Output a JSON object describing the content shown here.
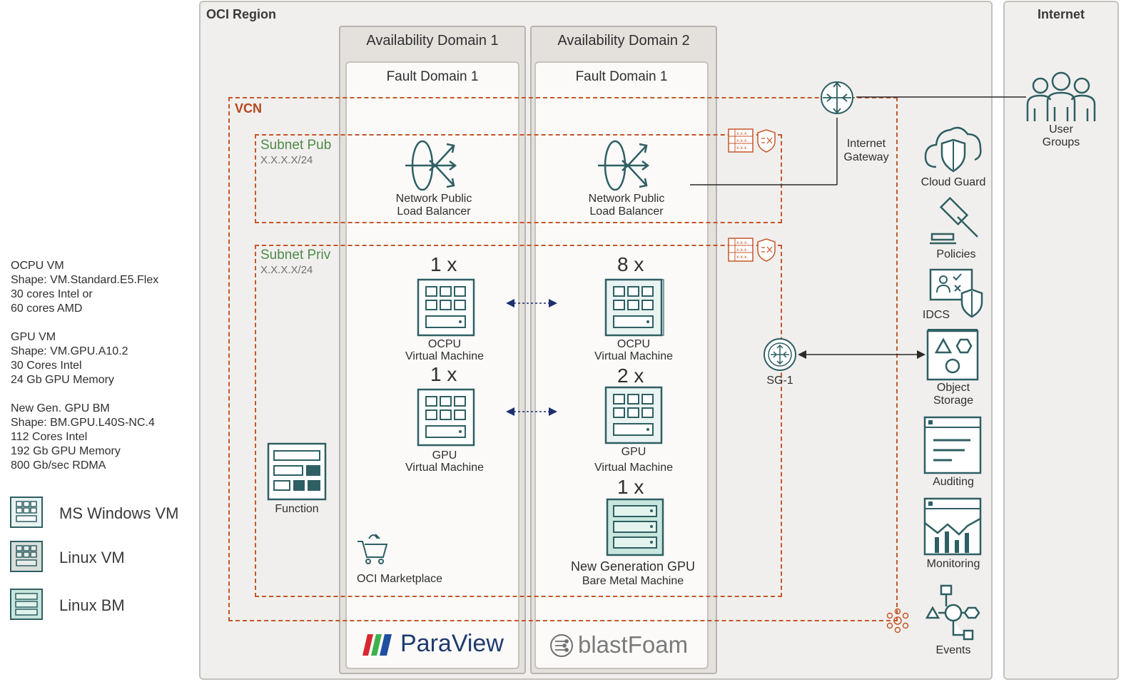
{
  "region": {
    "title": "OCI Region"
  },
  "internet": {
    "title": "Internet",
    "user_groups": "User\nGroups"
  },
  "availability_domains": [
    {
      "title": "Availability Domain 1",
      "fault_domain": "Fault Domain 1"
    },
    {
      "title": "Availability Domain 2",
      "fault_domain": "Fault Domain 1"
    }
  ],
  "vcn": {
    "label": "VCN"
  },
  "subnets": {
    "pub": {
      "label": "Subnet Pub",
      "cidr": "X.X.X.X/24"
    },
    "priv": {
      "label": "Subnet Priv",
      "cidr": "X.X.X.X/24"
    }
  },
  "load_balancers": [
    {
      "label_1": "Network Public",
      "label_2": "Load Balancer"
    },
    {
      "label_1": "Network Public",
      "label_2": "Load Balancer"
    }
  ],
  "gateway": {
    "label_1": "Internet",
    "label_2": "Gateway"
  },
  "sg": {
    "label": "SG-1"
  },
  "compute": {
    "ad1_ocpu": {
      "count": "1 x",
      "label_1": "OCPU",
      "label_2": "Virtual Machine"
    },
    "ad1_gpu": {
      "count": "1 x",
      "label_1": "GPU",
      "label_2": "Virtual Machine"
    },
    "ad2_ocpu": {
      "count": "8 x",
      "label_1": "OCPU",
      "label_2": "Virtual Machine"
    },
    "ad2_gpu": {
      "count": "2 x",
      "label_1": "GPU",
      "label_2": "Virtual Machine"
    },
    "ad2_bm": {
      "count": "1 x",
      "label_1": "New Generation GPU",
      "label_2": "Bare Metal Machine"
    }
  },
  "function": {
    "label": "Function"
  },
  "marketplace": {
    "label": "OCI Marketplace"
  },
  "apps": {
    "paraview": "ParaView",
    "blastfoam": "blastFoam"
  },
  "services": [
    {
      "label": "Cloud Guard",
      "icon": "cloud-guard-icon"
    },
    {
      "label": "Policies",
      "icon": "gavel-icon"
    },
    {
      "label": "IDCS",
      "icon": "idcs-icon"
    },
    {
      "label": "Object\nStorage",
      "icon": "object-storage-icon"
    },
    {
      "label": "Auditing",
      "icon": "auditing-icon"
    },
    {
      "label": "Monitoring",
      "icon": "monitoring-icon"
    },
    {
      "label": "Events",
      "icon": "events-icon"
    }
  ],
  "legend": {
    "ocpu": "OCPU VM\nShape: VM.Standard.E5.Flex\n30 cores Intel or\n60 cores AMD",
    "gpu": "GPU VM\nShape: VM.GPU.A10.2\n30 Cores Intel\n24 Gb GPU Memory",
    "bm": "New Gen. GPU BM\nShape: BM.GPU.L40S-NC.4\n112 Cores Intel\n192 Gb GPU Memory\n800 Gb/sec RDMA",
    "items": [
      "MS Windows VM",
      "Linux VM",
      "Linux BM"
    ]
  },
  "colors": {
    "teal": "#2e5f63",
    "teal_fill": "#c8e6dd",
    "orange": "#c4572a",
    "green": "#4f8a4a",
    "navy": "#1d2f6e"
  }
}
